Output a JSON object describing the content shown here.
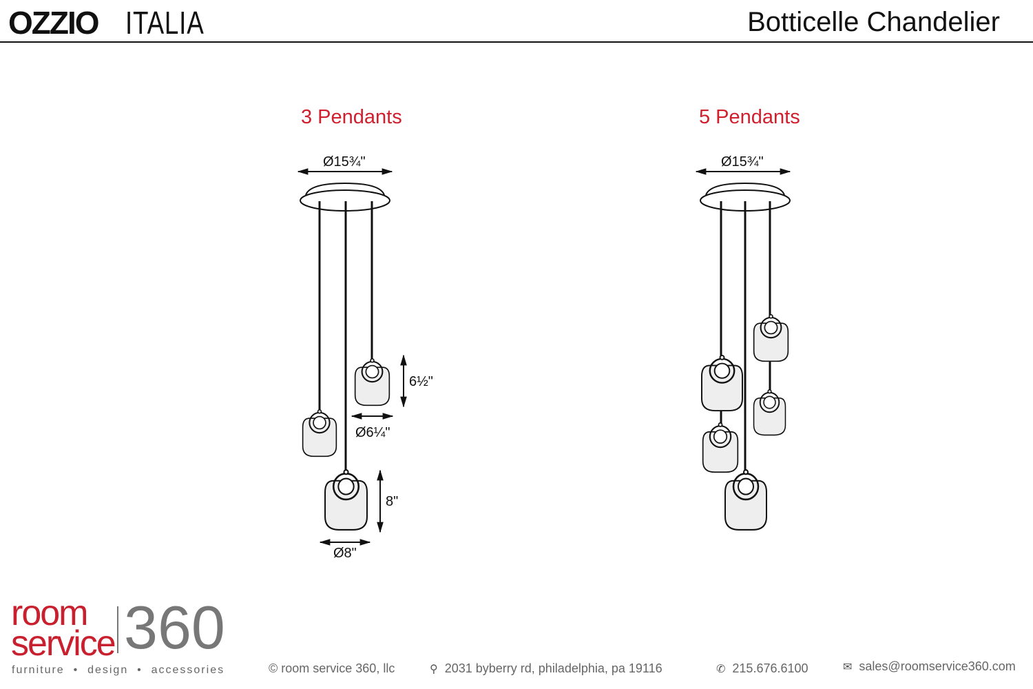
{
  "header": {
    "brand": "OZZIO",
    "brand_suffix": "ITALIA",
    "title": "Botticelle Chandelier"
  },
  "three": {
    "title": "3 Pendants",
    "canopy_dia": "Ø15¾\"",
    "small_height": "6½\"",
    "small_dia": "Ø6¼\"",
    "large_height": "8\"",
    "large_dia": "Ø8\""
  },
  "five": {
    "title": "5 Pendants",
    "canopy_dia": "Ø15¾\""
  },
  "footer": {
    "logo_room": "room",
    "logo_service": "service",
    "logo_360": "360",
    "tagline": "furniture  •  design  •  accessories",
    "copyright": "© room service 360, llc",
    "address": "2031 byberry rd, philadelphia, pa 19116",
    "phone": "215.676.6100",
    "email": "sales@roomservice360.com",
    "icons": [
      "map-pin-icon",
      "phone-icon",
      "envelope-icon"
    ]
  },
  "colors": {
    "accent": "#d0202e",
    "logo_gray": "#777777"
  }
}
